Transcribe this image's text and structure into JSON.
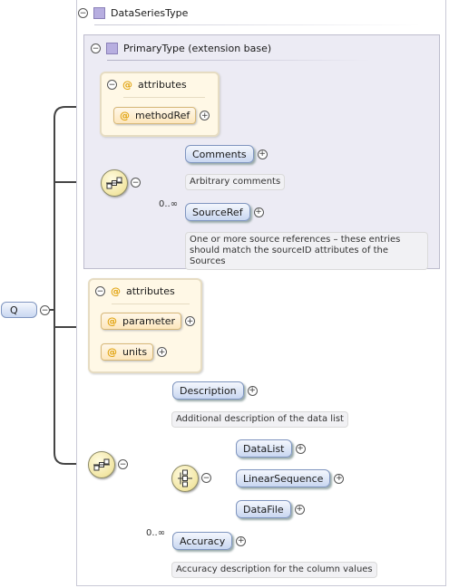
{
  "root": {
    "label": "Q"
  },
  "complex_type": {
    "label": "DataSeriesType"
  },
  "base_type": {
    "label": "PrimaryType (extension base)"
  },
  "base_attributes": {
    "label": "attributes",
    "items": [
      "methodRef"
    ]
  },
  "base_sequence": {
    "comments": {
      "label": "Comments",
      "doc": "Arbitrary comments"
    },
    "source_ref": {
      "label": "SourceRef",
      "occurrence": "0..∞",
      "doc_line1": "One or more source references – these entries",
      "doc_line2": "should match the sourceID attributes of the Sources"
    }
  },
  "attributes": {
    "label": "attributes",
    "items": [
      "parameter",
      "units"
    ]
  },
  "sequence": {
    "description": {
      "label": "Description",
      "doc": "Additional description of the data list"
    },
    "choice_items": [
      "DataList",
      "LinearSequence",
      "DataFile"
    ],
    "accuracy": {
      "label": "Accuracy",
      "occurrence": "0..∞",
      "doc": "Accuracy description for the column values"
    }
  },
  "colors": {
    "element_border": "#7f95bf",
    "attribute_border": "#d7b878",
    "type_icon": "#b7aee0",
    "compositor_fill": "#f2e6a4"
  },
  "icons": {
    "sequence_compositor": "sequence-icon",
    "choice_compositor": "choice-icon",
    "type": "complex-type-icon"
  }
}
